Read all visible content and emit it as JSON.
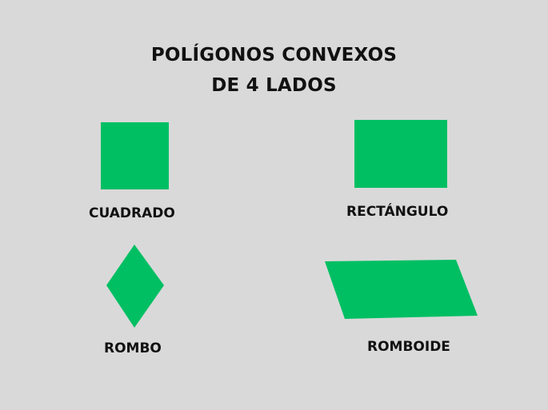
{
  "title": {
    "line1": "POLÍGONOS CONVEXOS",
    "line2": "DE 4 LADOS"
  },
  "shapes": [
    {
      "name": "square",
      "label": "CUADRADO",
      "color": "#00bf63"
    },
    {
      "name": "rectangle",
      "label": "RECTÁNGULO",
      "color": "#00bf63"
    },
    {
      "name": "rhombus",
      "label": "ROMBO",
      "color": "#00bf63"
    },
    {
      "name": "rhomboid",
      "label": "ROMBOIDE",
      "color": "#00bf63"
    }
  ],
  "colors": {
    "background": "#d9d9d9",
    "shape_fill": "#00bf63",
    "text": "#111111"
  }
}
